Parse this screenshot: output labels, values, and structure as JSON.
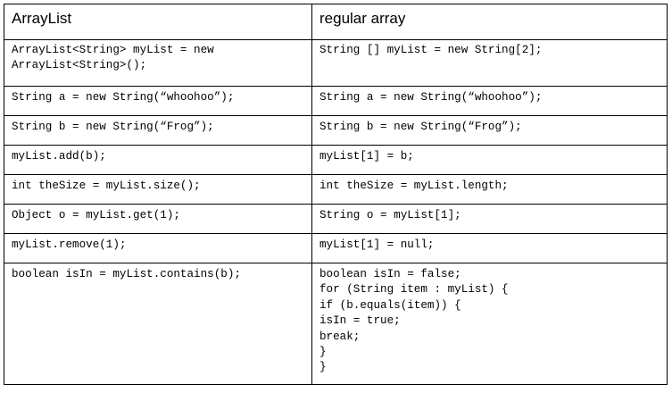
{
  "headers": {
    "arraylist": "ArrayList",
    "regular_array": "regular array"
  },
  "rows": [
    {
      "arraylist": "ArrayList<String> myList = new\nArrayList<String>();",
      "regular_array": "String [] myList = new String[2];"
    },
    {
      "arraylist": "String a = new String(“whoohoo”);",
      "regular_array": "String a = new String(“whoohoo”);"
    },
    {
      "arraylist": "String b = new String(“Frog”);",
      "regular_array": "String b = new String(“Frog”);"
    },
    {
      "arraylist": "myList.add(b);",
      "regular_array": "myList[1] = b;"
    },
    {
      "arraylist": "int theSize = myList.size();",
      "regular_array": "int theSize = myList.length;"
    },
    {
      "arraylist": "Object o = myList.get(1);",
      "regular_array": "String o = myList[1];"
    },
    {
      "arraylist": "myList.remove(1);",
      "regular_array": "myList[1] = null;"
    },
    {
      "arraylist": "boolean isIn = myList.contains(b);",
      "regular_array": "boolean isIn = false;\nfor (String item : myList) {\nif (b.equals(item)) {\nisIn = true;\nbreak;\n}\n}"
    }
  ]
}
